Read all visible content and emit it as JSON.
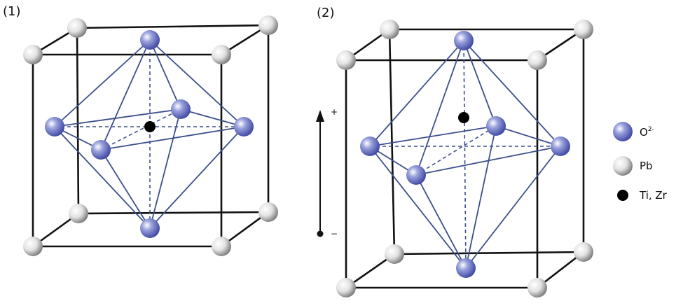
{
  "panels": [
    {
      "label": "(1)"
    },
    {
      "label": "(2)"
    }
  ],
  "polarization": {
    "plus": "+",
    "minus": "−"
  },
  "legend": [
    {
      "label": "O",
      "sup": "2-",
      "kind": "oxygen"
    },
    {
      "label": "Pb",
      "kind": "lead"
    },
    {
      "label": "Ti, Zr",
      "kind": "titanium-zirconium"
    }
  ],
  "colors": {
    "edge": "#111111",
    "octahedron": "#3c4f8c",
    "oxygen": "#6f79c8",
    "lead": "#d8d8d8",
    "center": "#000000"
  }
}
